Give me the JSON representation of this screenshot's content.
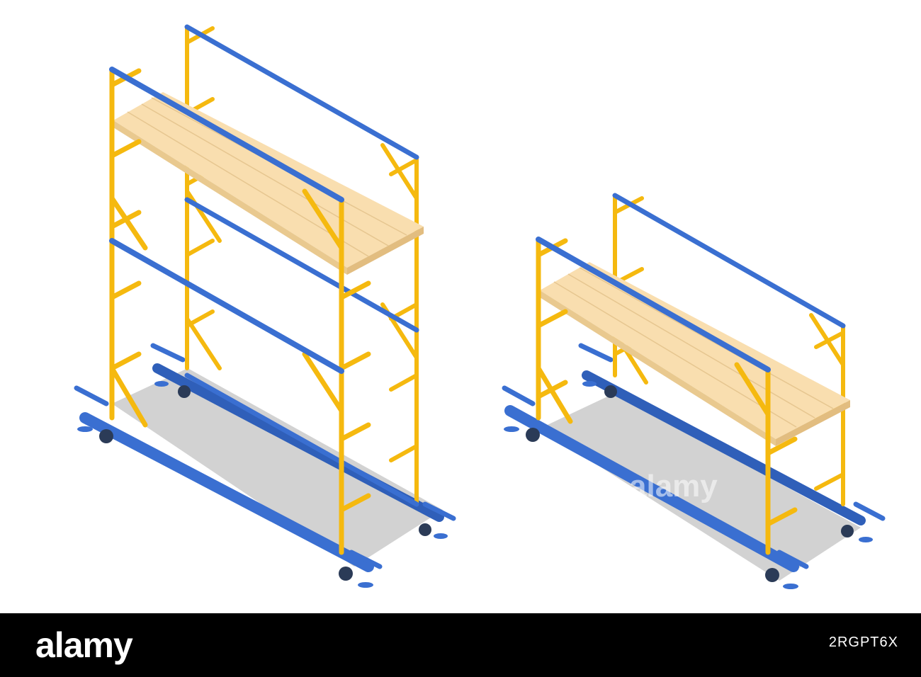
{
  "footer": {
    "logo": "alamy",
    "image_id": "2RGPT6X"
  },
  "watermark": {
    "text": "alamy"
  },
  "colors": {
    "frame": "#f5b90f",
    "rail": "#3a6fd1",
    "deck": "#f9deaf",
    "shadow": "#d2d2d2",
    "footer_bg": "#000000"
  }
}
